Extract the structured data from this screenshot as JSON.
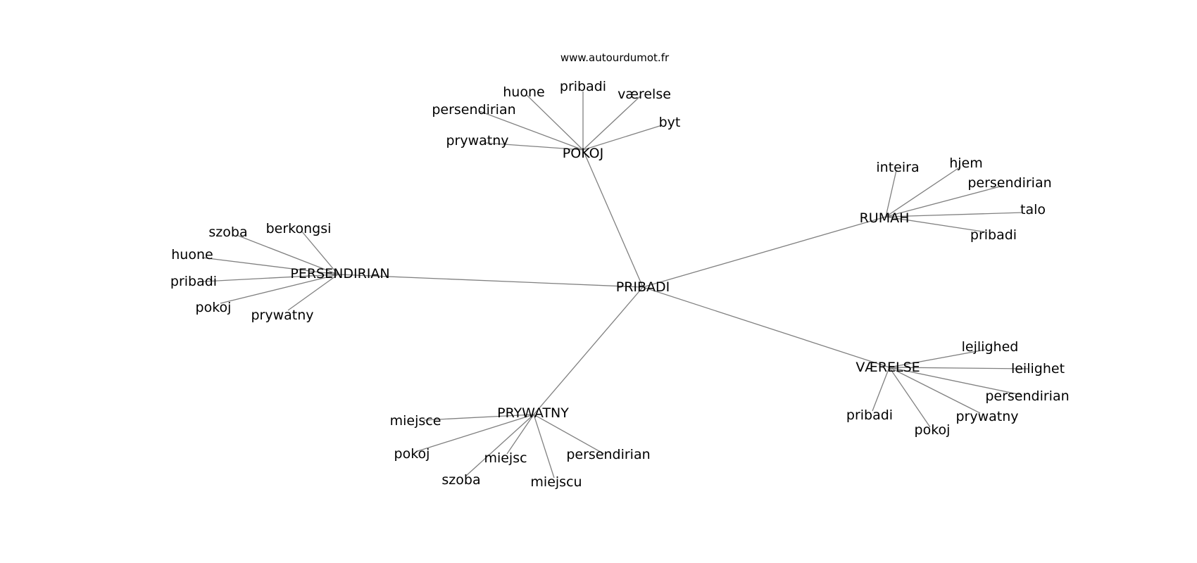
{
  "source": "www.autourdumot.fr",
  "root": "PRIBADI",
  "clusters": [
    {
      "hub": "POKOJ",
      "leaves": [
        "huone",
        "pribadi",
        "værelse",
        "persendirian",
        "byt",
        "prywatny"
      ]
    },
    {
      "hub": "RUMAH",
      "leaves": [
        "inteira",
        "hjem",
        "persendirian",
        "talo",
        "pribadi"
      ]
    },
    {
      "hub": "PERSENDIRIAN",
      "leaves": [
        "szoba",
        "berkongsi",
        "huone",
        "pribadi",
        "pokoj",
        "prywatny"
      ]
    },
    {
      "hub": "VÆRELSE",
      "leaves": [
        "lejlighed",
        "leilighet",
        "persendirian",
        "pribadi",
        "prywatny",
        "pokoj"
      ]
    },
    {
      "hub": "PRYWATNY",
      "leaves": [
        "miejsce",
        "pokoj",
        "miejsc",
        "persendirian",
        "szoba",
        "miejscu"
      ]
    }
  ]
}
